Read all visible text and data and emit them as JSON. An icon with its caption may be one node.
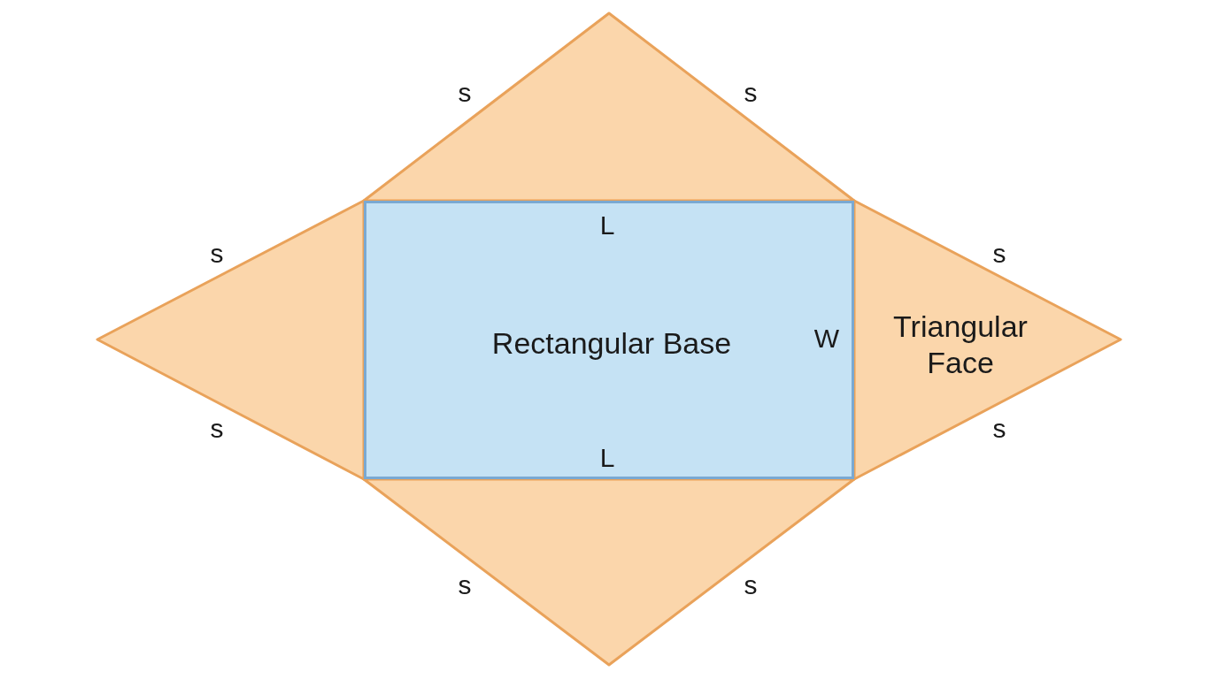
{
  "diagram": {
    "nodes": [
      {
        "text": [],
        "shape": "triangle"
      },
      {
        "text": [],
        "shape": "triangle"
      },
      {
        "text": [
          "Rectangular Base"
        ]
      },
      {
        "text": [
          "Triangular Face"
        ]
      },
      {
        "text": [],
        "shape": "triangle"
      }
    ],
    "labels": [
      "s",
      "s",
      "L",
      "s",
      "s",
      "W",
      "s",
      "s",
      "L",
      "s",
      "s"
    ]
  }
}
